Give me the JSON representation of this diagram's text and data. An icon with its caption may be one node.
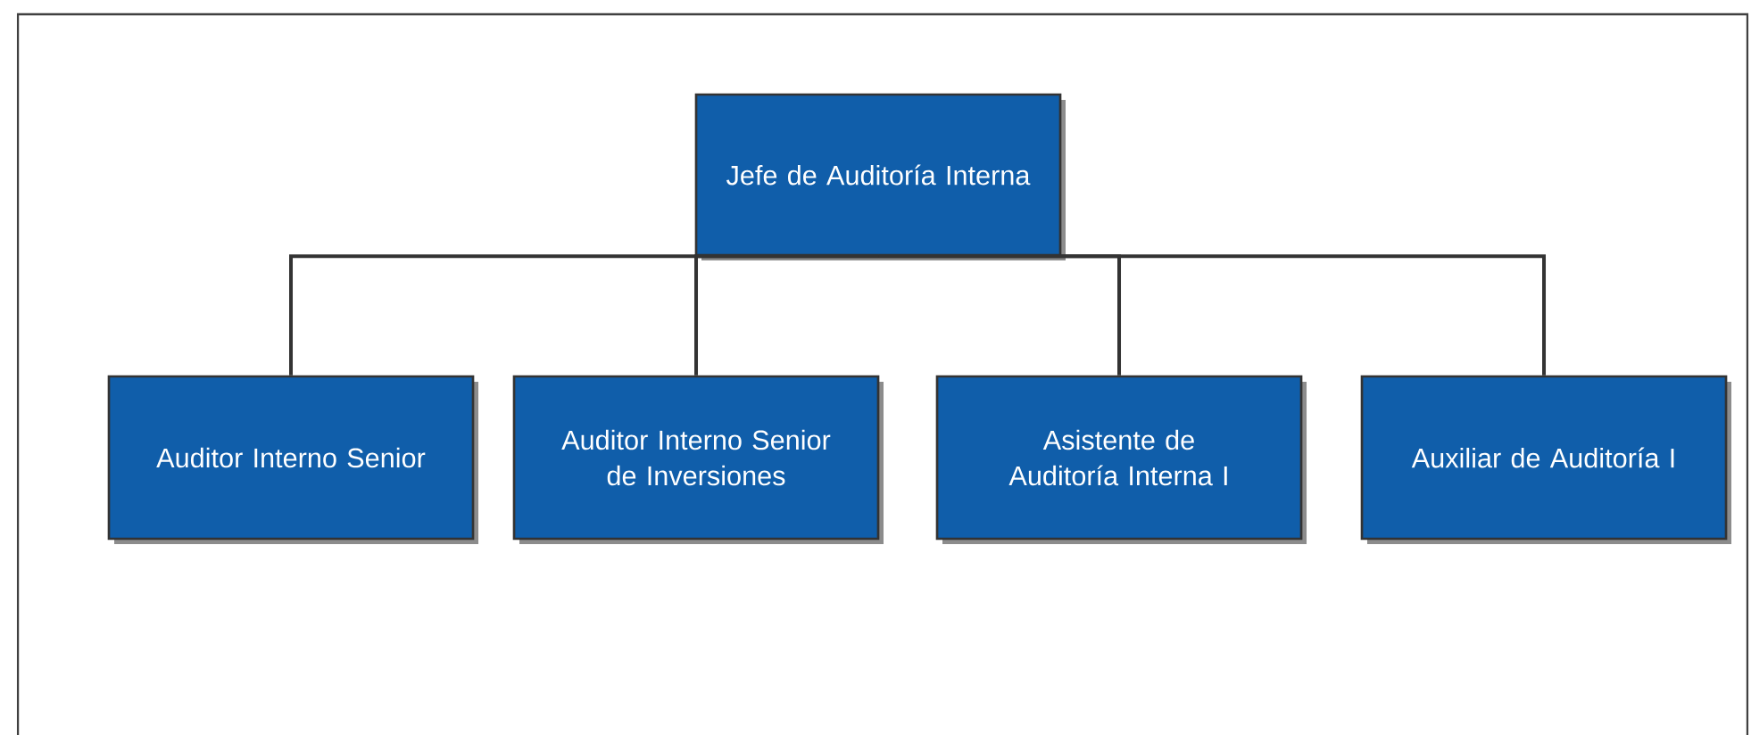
{
  "diagram": {
    "nodes": [
      {
        "text": [
          "Jefe de Auditoría Interna"
        ]
      },
      {
        "text": [
          "Auditor Interno Senior"
        ]
      },
      {
        "text": [
          "Auditor Interno Senior de Inversiones"
        ]
      },
      {
        "text": [
          "Asistente de Auditoría Interna I"
        ]
      },
      {
        "text": [
          "Auxiliar de Auditoría I"
        ]
      }
    ],
    "edges": [
      {
        "from": 0,
        "to": 1,
        "arrow": "none"
      },
      {
        "from": 0,
        "to": 2,
        "arrow": "none"
      },
      {
        "from": 0,
        "to": 3,
        "arrow": "none"
      },
      {
        "from": 0,
        "to": 4,
        "arrow": "none"
      }
    ]
  }
}
